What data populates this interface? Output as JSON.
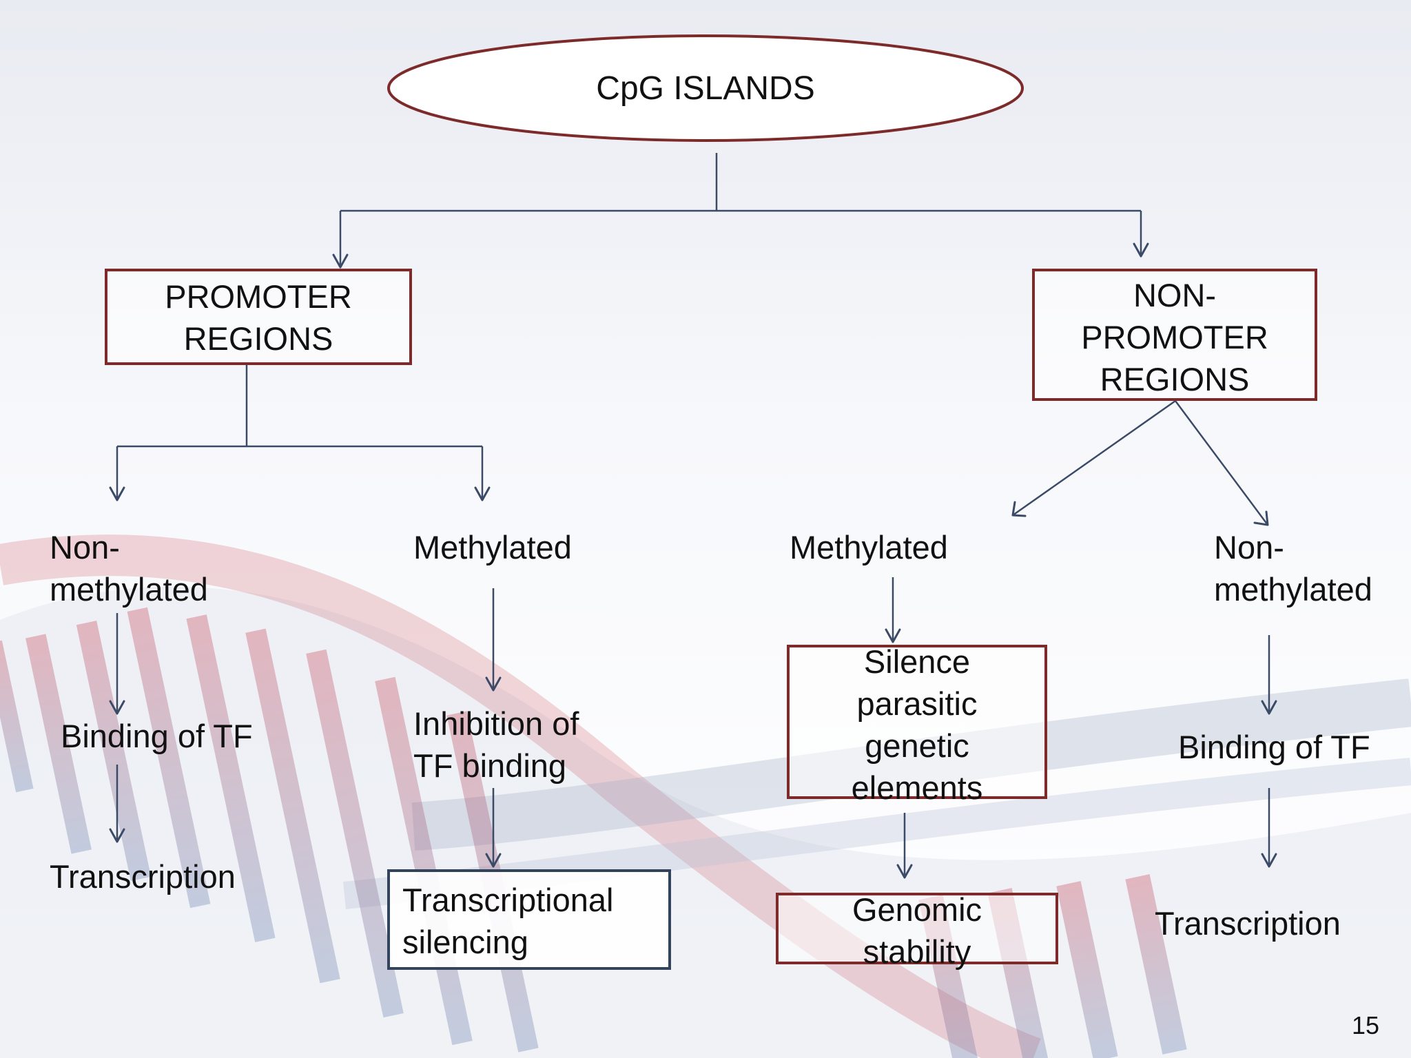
{
  "diagram": {
    "root": "CpG ISLANDS",
    "left_branch": {
      "title_line1": "PROMOTER",
      "title_line2": "REGIONS",
      "non_methylated": {
        "line1": "Non-",
        "line2": "methylated",
        "step1": "Binding of TF",
        "step2": "Transcription"
      },
      "methylated": {
        "label": "Methylated",
        "step1_line1": "Inhibition of",
        "step1_line2": "TF binding",
        "result_line1": "Transcriptional",
        "result_line2": "silencing"
      }
    },
    "right_branch": {
      "title_line1": "NON-",
      "title_line2": "PROMOTER",
      "title_line3": "REGIONS",
      "methylated": {
        "label": "Methylated",
        "step1_line1": "Silence",
        "step1_line2": "parasitic",
        "step1_line3": "genetic",
        "step1_line4": "elements",
        "result_line1": "Genomic",
        "result_line2": "stability"
      },
      "non_methylated": {
        "line1": "Non-",
        "line2": "methylated",
        "step1": "Binding of TF",
        "step2": "Transcription"
      }
    }
  },
  "slide_number": "15",
  "colors": {
    "box_border": "#7c2a2a",
    "box_border_alt": "#34435c",
    "connector": "#3b4a66"
  }
}
